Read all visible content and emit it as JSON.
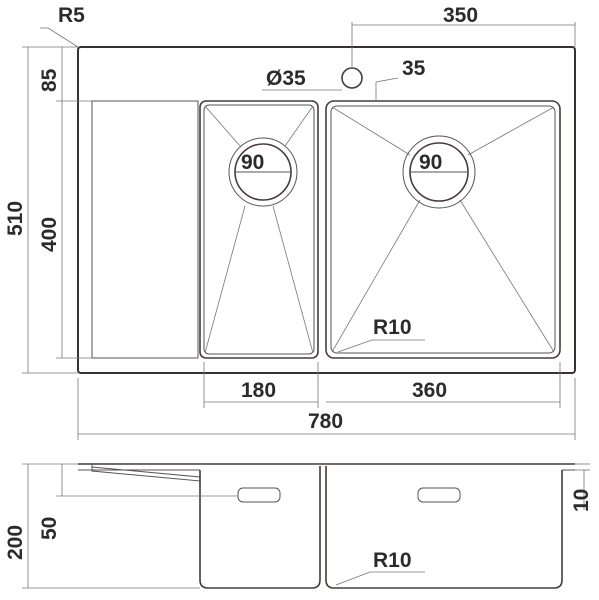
{
  "top_view": {
    "corner_radius_label": "R5",
    "tap_offset_label": "350",
    "tap_hole_label": "Ø35",
    "tap_gap_label": "35",
    "top_margin_label": "85",
    "total_depth_label": "510",
    "bowl_depth_label": "400",
    "small_drain_label": "90",
    "large_drain_label": "90",
    "bowl_radius_label": "R10",
    "small_bowl_width_label": "180",
    "large_bowl_width_label": "360",
    "total_width_label": "780"
  },
  "side_view": {
    "total_height_label": "200",
    "overflow_height_label": "50",
    "rim_thickness_label": "10",
    "bottom_radius_label": "R10"
  },
  "colors": {
    "line": "#3a3030",
    "text": "#2b2b2b"
  }
}
